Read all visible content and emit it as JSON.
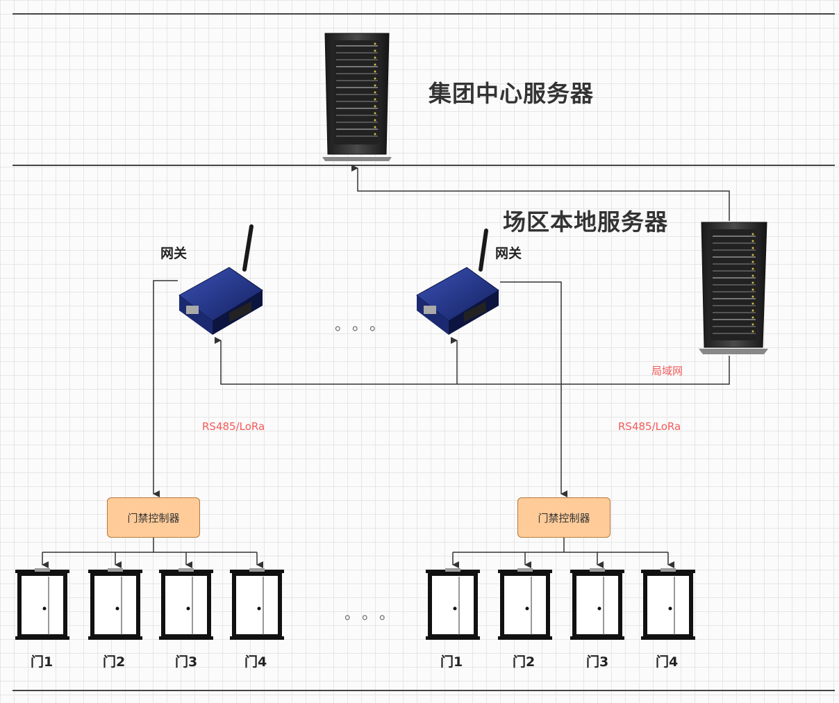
{
  "labels": {
    "group_server": "集团中心服务器",
    "local_server": "场区本地服务器",
    "gateway_left": "网关",
    "gateway_right": "网关",
    "lan": "局域网",
    "link_left": "RS485/LoRa",
    "link_right": "RS485/LoRa",
    "controller_left": "门禁控制器",
    "controller_right": "门禁控制器",
    "ellipsis_gateways": "。。。",
    "ellipsis_doors": "。。。"
  },
  "doors_left": [
    "门1",
    "门2",
    "门3",
    "门4"
  ],
  "doors_right": [
    "门1",
    "门2",
    "门3",
    "门4"
  ],
  "colors": {
    "line": "#333333",
    "controller_fill": "#ffcc99",
    "controller_border": "#b5773a",
    "red_text": "#f25a5a"
  }
}
